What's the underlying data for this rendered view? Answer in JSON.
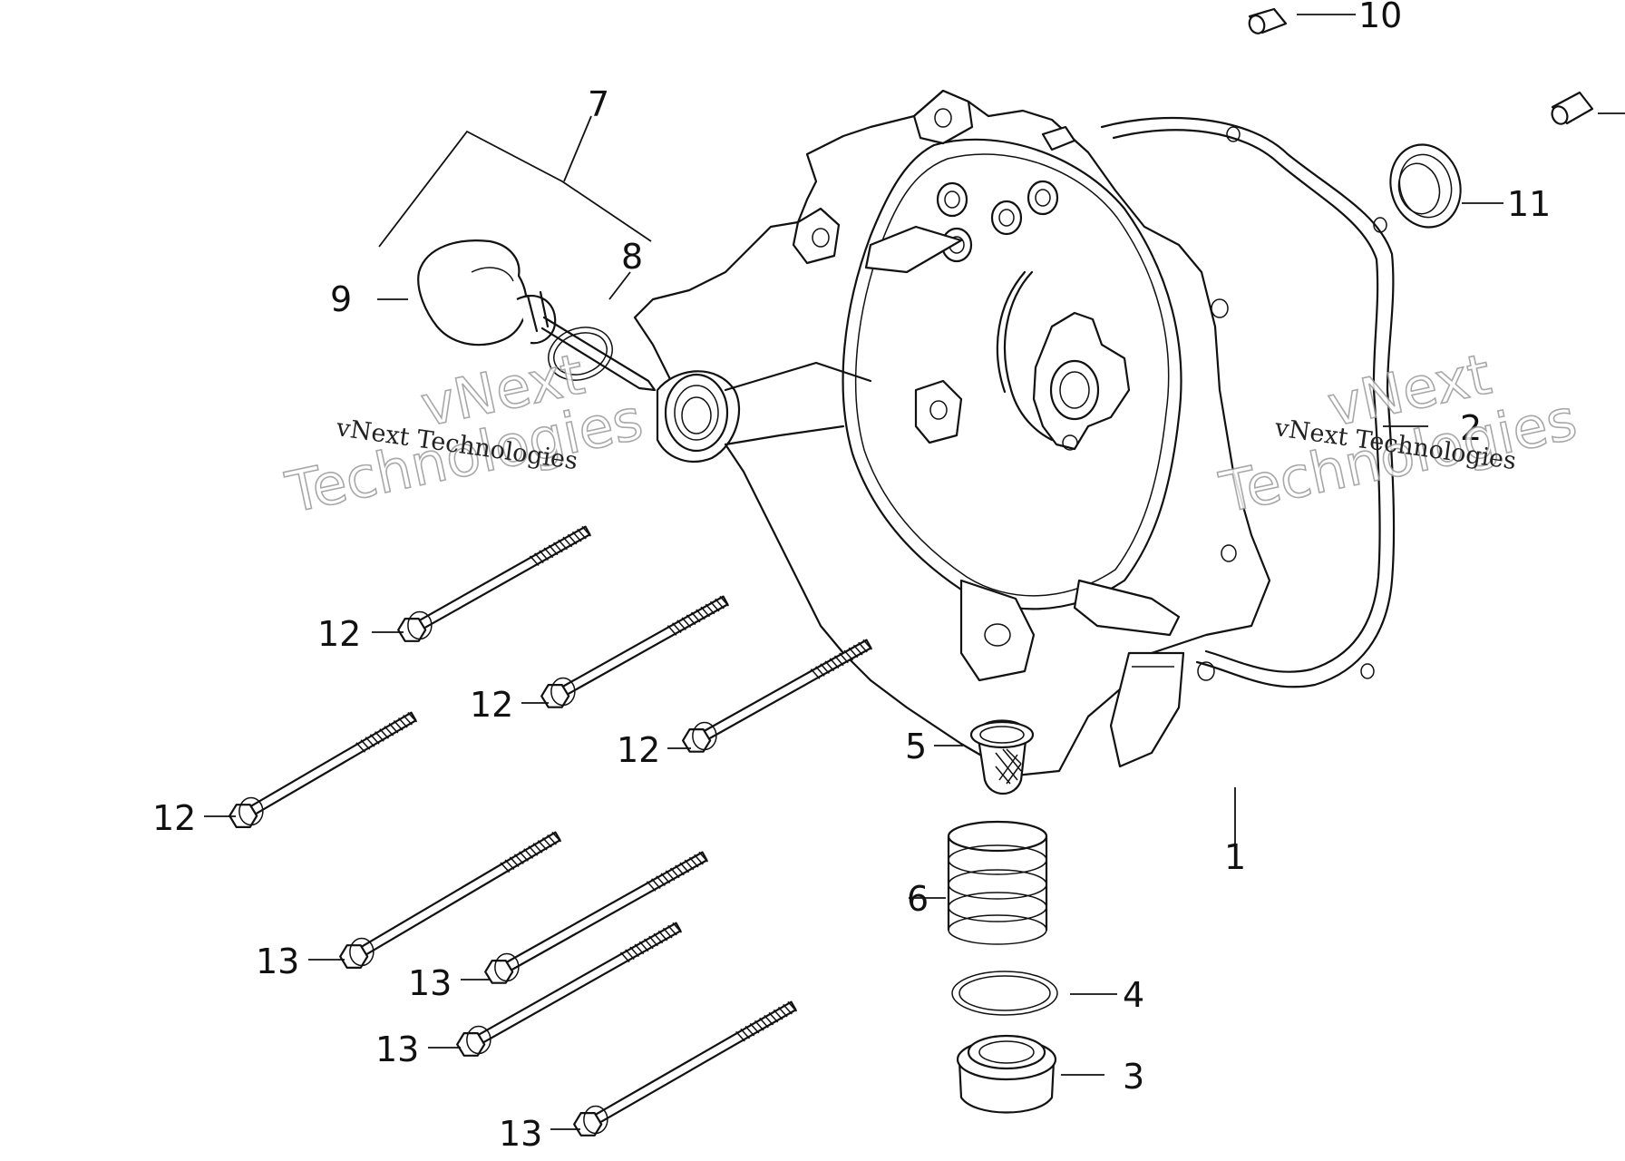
{
  "callouts": {
    "c1": "1",
    "c2": "2",
    "c3": "3",
    "c4": "4",
    "c5": "5",
    "c6": "6",
    "c7": "7",
    "c8": "8",
    "c9": "9",
    "c10": "10",
    "c11": "11",
    "c12": "12",
    "c13": "13"
  },
  "watermark": {
    "line_small": "vNext Technologies",
    "big_1": "vNext",
    "big_2": "Technologies"
  }
}
